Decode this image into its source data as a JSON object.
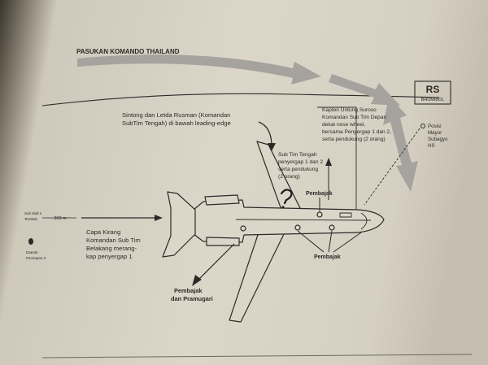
{
  "header": {
    "title": "PASUKAN KOMANDO THAILAND"
  },
  "rs_box": {
    "code": "RS",
    "name": "BHUMIBOL"
  },
  "position_label": [
    "Posisi",
    "Mayor",
    "Subagyo",
    "HS"
  ],
  "annotations": {
    "sintong": [
      "Sintong dan Letda Rusman (Komandan",
      "SubTim Tengah) di bawah leading-edge"
    ],
    "kapten": [
      "Kapten Untung Suroso",
      "Komandan Sub Tim Depan",
      "dekat nose wheel,",
      "bersama Penyergap 1 dan 2,",
      "serta pendukung (2 orang)"
    ],
    "subtim_tengah": [
      "Sub Tim Tengah",
      "penyergap 1 dan 2",
      "serta pendukung",
      "(2 orang)"
    ],
    "pembajak_top": "Pembajak",
    "capa": [
      "Capa Kirang",
      "Komandan Sub Tim",
      "Belakang merang-",
      "kap penyergap 1"
    ],
    "pembajak_bottom": "Pembajak",
    "pembajak_pramugari": [
      "Pembajak",
      "dan Pramugari"
    ],
    "distance": "300 m",
    "left_edge_top": [
      "Sub Mall s",
      "Tembak"
    ],
    "left_edge_bottom": [
      "Daerah",
      "Persiapan II"
    ]
  },
  "colors": {
    "arrow": "#a6a39e",
    "ink": "#2c2a27",
    "paper": "#d9d3c6"
  }
}
